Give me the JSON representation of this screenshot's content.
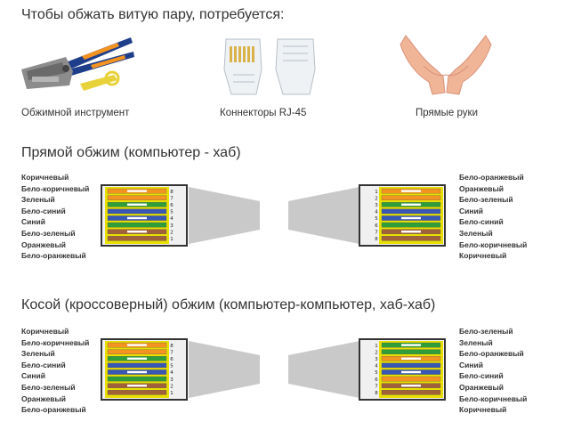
{
  "title": "Чтобы обжать витую пару, потребуется:",
  "tools": [
    {
      "name": "crimper",
      "label": "Обжимной инструмент",
      "icon": "crimping-tool-icon"
    },
    {
      "name": "connectors",
      "label": "Коннекторы RJ-45",
      "icon": "rj45-connector-icon"
    },
    {
      "name": "hands",
      "label": "Прямые руки",
      "icon": "hands-icon"
    }
  ],
  "colors": {
    "orange": "#f39321",
    "green": "#2e9e3a",
    "blue": "#3857b5",
    "brown": "#a0603a",
    "white": "#ffffff",
    "cable": "#c9c9c9",
    "plug": "#f0f0f0"
  },
  "sections": [
    {
      "name": "straight",
      "heading": "Прямой обжим (компьютер - хаб)",
      "left_labels": [
        "Коричневый",
        "Бело-коричневый",
        "Зеленый",
        "Бело-синий",
        "Синий",
        "Бело-зеленый",
        "Оранжевый",
        "Бело-оранжевый"
      ],
      "right_labels": [
        "Бело-оранжевый",
        "Оранжевый",
        "Бело-зеленый",
        "Синий",
        "Бело-синий",
        "Зеленый",
        "Бело-коричневый",
        "Коричневый"
      ],
      "left_pins": [
        "8",
        "7",
        "6",
        "5",
        "4",
        "3",
        "2",
        "1"
      ],
      "right_pins": [
        "1",
        "2",
        "3",
        "4",
        "5",
        "6",
        "7",
        "8"
      ],
      "left_wires": [
        [
          "white",
          "orange"
        ],
        [
          "orange",
          "orange"
        ],
        [
          "white",
          "green"
        ],
        [
          "blue",
          "blue"
        ],
        [
          "white",
          "blue"
        ],
        [
          "green",
          "green"
        ],
        [
          "white",
          "brown"
        ],
        [
          "brown",
          "brown"
        ]
      ],
      "right_wires": [
        [
          "white",
          "orange"
        ],
        [
          "orange",
          "orange"
        ],
        [
          "white",
          "green"
        ],
        [
          "blue",
          "blue"
        ],
        [
          "white",
          "blue"
        ],
        [
          "green",
          "green"
        ],
        [
          "white",
          "brown"
        ],
        [
          "brown",
          "brown"
        ]
      ]
    },
    {
      "name": "crossover",
      "heading": "Косой (кроссоверный) обжим (компьютер-компьютер, хаб-хаб)",
      "left_labels": [
        "Коричневый",
        "Бело-коричневый",
        "Зеленый",
        "Бело-синий",
        "Синий",
        "Бело-зеленый",
        "Оранжевый",
        "Бело-оранжевый"
      ],
      "right_labels": [
        "Бело-зеленый",
        "Зеленый",
        "Бело-оранжевый",
        "Синий",
        "Бело-синий",
        "Оранжевый",
        "Бело-коричневый",
        "Коричневый"
      ],
      "left_pins": [
        "8",
        "7",
        "6",
        "5",
        "4",
        "3",
        "2",
        "1"
      ],
      "right_pins": [
        "1",
        "2",
        "3",
        "4",
        "5",
        "6",
        "7",
        "8"
      ],
      "left_wires": [
        [
          "white",
          "orange"
        ],
        [
          "orange",
          "orange"
        ],
        [
          "white",
          "green"
        ],
        [
          "blue",
          "blue"
        ],
        [
          "white",
          "blue"
        ],
        [
          "green",
          "green"
        ],
        [
          "white",
          "brown"
        ],
        [
          "brown",
          "brown"
        ]
      ],
      "right_wires": [
        [
          "white",
          "green"
        ],
        [
          "green",
          "green"
        ],
        [
          "white",
          "orange"
        ],
        [
          "blue",
          "blue"
        ],
        [
          "white",
          "blue"
        ],
        [
          "orange",
          "orange"
        ],
        [
          "white",
          "brown"
        ],
        [
          "brown",
          "brown"
        ]
      ]
    }
  ]
}
